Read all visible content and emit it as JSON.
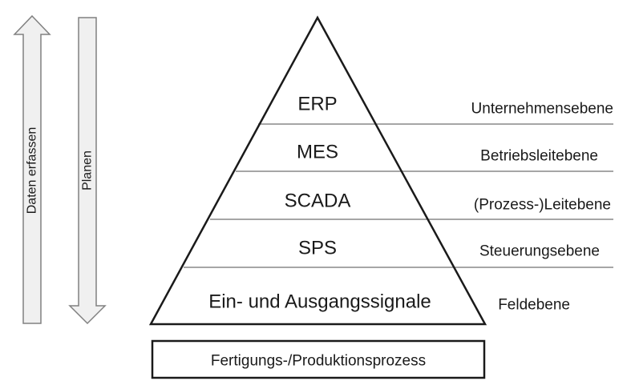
{
  "arrows": {
    "up_label": "Daten erfassen",
    "down_label": "Planen",
    "fill_color": "#f0f0f0",
    "stroke_color": "#808080"
  },
  "pyramid": {
    "levels": [
      {
        "name": "ERP",
        "layer": "Unternehmensebene"
      },
      {
        "name": "MES",
        "layer": "Betriebsleitebene"
      },
      {
        "name": "SCADA",
        "layer": "(Prozess-)Leitebene"
      },
      {
        "name": "SPS",
        "layer": "Steuerungsebene"
      },
      {
        "name": "Ein- und Ausgangssignale",
        "layer": "Feldebene"
      }
    ]
  },
  "process_box": {
    "label": "Fertigungs-/Produktionsprozess"
  }
}
